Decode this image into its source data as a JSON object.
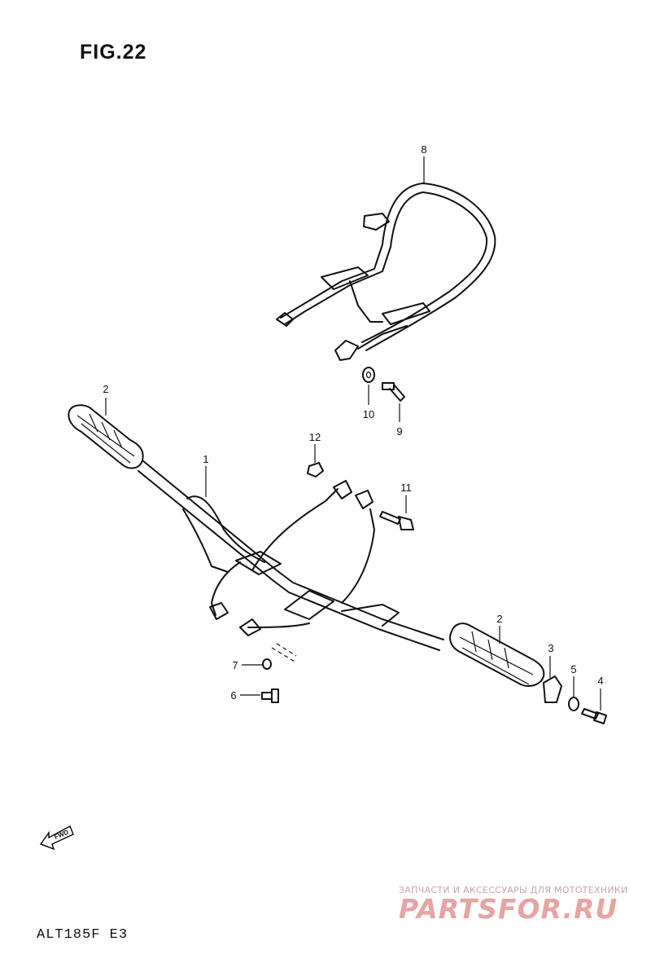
{
  "figure": {
    "title": "FIG.22"
  },
  "model_code": "ALT185F E3",
  "callouts": [
    "1",
    "2",
    "2",
    "3",
    "4",
    "5",
    "6",
    "7",
    "8",
    "9",
    "10",
    "11",
    "12"
  ],
  "fwd_label": "FWD",
  "watermark": {
    "tagline": "ЗАПЧАСТИ И АКСЕССУАРЫ ДЛЯ МОТОТЕХНИКИ",
    "brand": "PARTSFOR.RU"
  }
}
